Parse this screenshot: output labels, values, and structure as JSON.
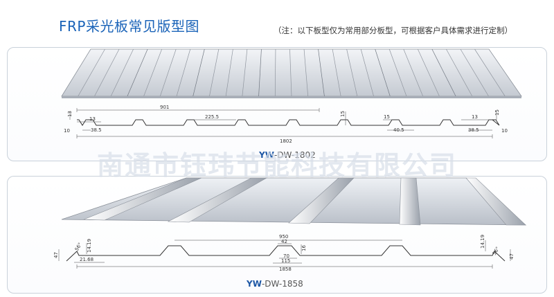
{
  "header": {
    "title": "FRP采光板常见版型图",
    "note": "（注：以下板型仅为常用部分板型，可根据客户具体需求进行定制）"
  },
  "watermark": "南通市钰玮节能科技有限公司",
  "panels": [
    {
      "model_brand": "YW",
      "model_code": "-DW-1802",
      "dimensions": {
        "top_span": "901",
        "left_pitch": "13",
        "mid_pitch": "225.5",
        "left_height": "13",
        "left_base": "10",
        "left_width": "38.5",
        "total_width": "1802",
        "center_height": "15",
        "center_top": "15",
        "center_width": "40.5",
        "right_height": "15",
        "right_pitch": "13",
        "right_width": "38.5",
        "right_base": "10"
      }
    },
    {
      "model_brand": "YW",
      "model_code": "-DW-1858",
      "dimensions": {
        "left_height_a": "47",
        "left_height_b": "14.19",
        "left_width": "21.68",
        "left_angle": "56°",
        "top_span": "950",
        "rib_top": "42",
        "rib_height": "16",
        "rib_mid": "70",
        "rib_base": "115",
        "total_width": "1858",
        "right_height_a": "14.19",
        "right_angle": "56°",
        "right_height_b": "47"
      }
    }
  ]
}
